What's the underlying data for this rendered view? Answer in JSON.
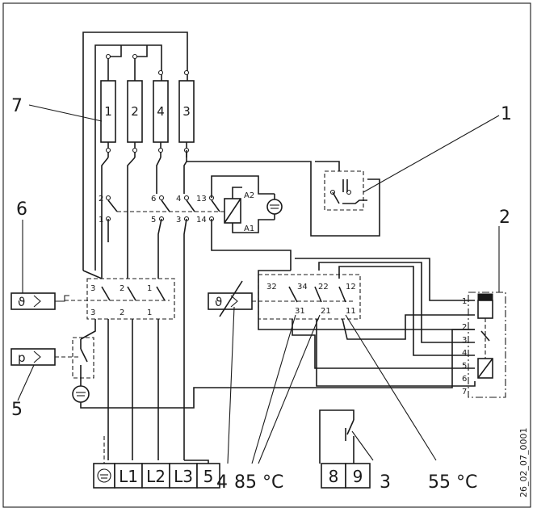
{
  "callouts": [
    "1",
    "2",
    "3",
    "4",
    "5",
    "6",
    "7"
  ],
  "heating_elements": [
    "1",
    "2",
    "4",
    "3"
  ],
  "terminals_main": [
    "L1",
    "L2",
    "L3",
    "5"
  ],
  "terminals_aux": [
    "8",
    "9"
  ],
  "temperatures": {
    "high": "85 °C",
    "low": "55 °C"
  },
  "contactor_pins": {
    "p2": "2",
    "p1": "1",
    "p6": "6",
    "p5": "5",
    "p4": "4",
    "p3": "3",
    "p13": "13",
    "p14": "14",
    "a2": "A2",
    "a1": "A1"
  },
  "switch_pins": {
    "t3": "3",
    "t2": "2",
    "t1": "1",
    "b3": "3",
    "b2": "2",
    "b1": "1"
  },
  "thermostat_pins": {
    "p32": "32",
    "p34": "34",
    "p22": "22",
    "p12": "12",
    "p31": "31",
    "p21": "21",
    "p11": "11"
  },
  "connector_pins": [
    "1",
    "2",
    "3",
    "4",
    "5",
    "6",
    "7"
  ],
  "symbols": {
    "pressure": "p",
    "temp": "ϑ"
  },
  "document_code": "26_02_07_0001",
  "colors": {
    "line": "#1a1a1a",
    "background": "#ffffff"
  }
}
